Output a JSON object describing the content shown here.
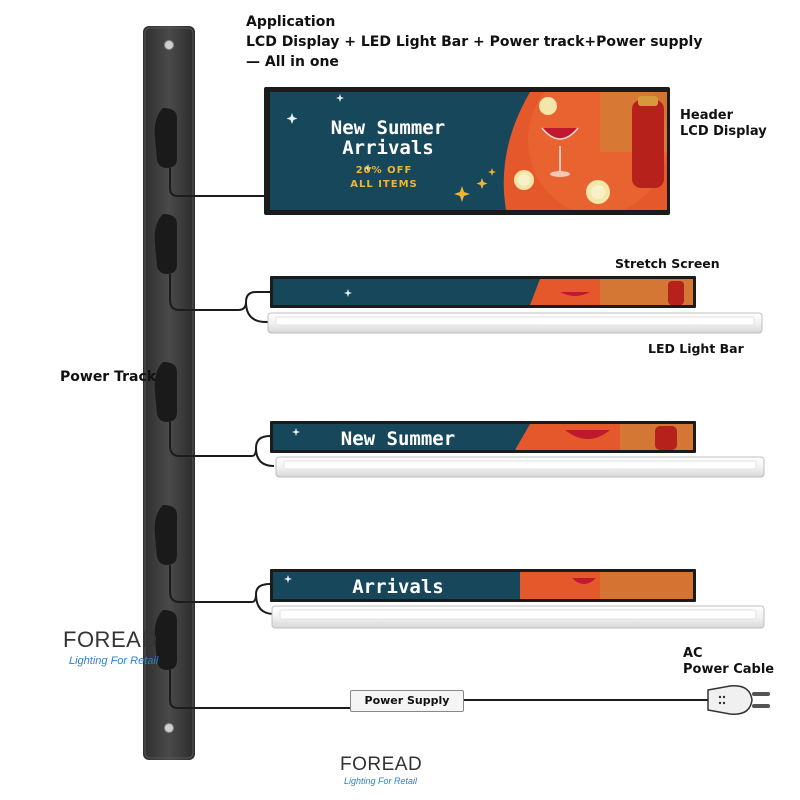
{
  "labels": {
    "application_title": "Application",
    "application_line1": "LCD Display + LED Light Bar + Power track+Power supply",
    "application_line2": "— All in one",
    "header_line1": "Header",
    "header_line2": "LCD Display",
    "stretch_screen": "Stretch Screen",
    "led_light_bar": "LED Light Bar",
    "power_track": "Power Track",
    "ac_line1": "AC",
    "ac_line2": "Power Cable",
    "power_supply": "Power Supply"
  },
  "brand": {
    "name": "FOREAD",
    "tagline": "Lighting For Retail"
  },
  "header_screen": {
    "title_line1": "New Summer",
    "title_line2": "Arrivals",
    "offer_line1": "20% OFF",
    "offer_line2": "ALL ITEMS"
  },
  "stretch_screens": {
    "screen2_text": "New Summer",
    "screen3_text": "Arrivals"
  },
  "colors": {
    "track": "#3d3d3d",
    "screen_bg": "#16475b",
    "promo_orange": "#e4582b",
    "gold": "#f2b531",
    "brand_blue": "#2b7fd4"
  }
}
